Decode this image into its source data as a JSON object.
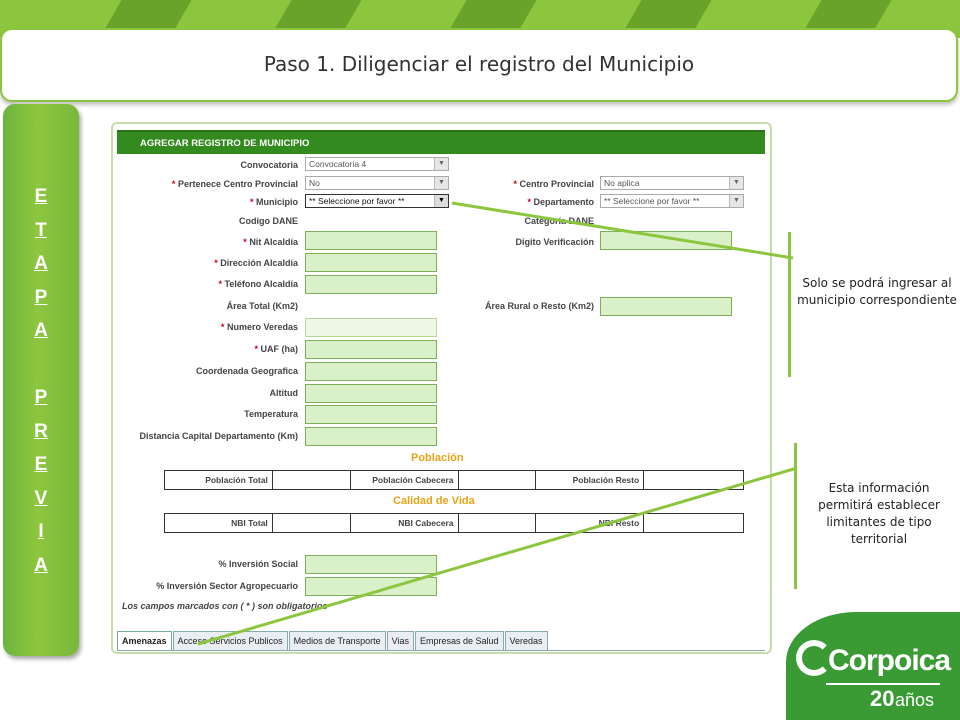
{
  "title": "Paso 1. Diligenciar el registro del Municipio",
  "side_bar": {
    "letters": [
      "E",
      "T",
      "A",
      "P",
      "A",
      " ",
      "P",
      "R",
      "E",
      "V",
      "I",
      "A"
    ]
  },
  "form": {
    "header": "AGREGAR REGISTRO DE MUNICIPIO",
    "labels": {
      "convocatoria": "Convocatoria",
      "centro_provincial_q": "Pertenece Centro Provincial",
      "municipio": "Municipio",
      "codigo_dane": "Codigo DANE",
      "nit": "Nit Alcaldía",
      "direccion": "Dirección Alcaldía",
      "telefono": "Teléfono Alcaldía",
      "area_total": "Área Total (Km2)",
      "numero_veredas": "Numero Veredas",
      "uaf": "UAF (ha)",
      "coordenada": "Coordenada Geografica",
      "altitud": "Altitud",
      "temperatura": "Temperatura",
      "distancia": "Distancia Capital Departamento (Km)",
      "centro_provincial": "Centro Provincial",
      "departamento": "Departamento",
      "categoria_dane": "Categoría DANE",
      "digito": "Digito Verificación",
      "area_rural": "Área Rural o Resto (Km2)",
      "inv_social": "% Inversión Social",
      "inv_agro": "% Inversión Sector Agropecuario"
    },
    "required_mark": "*",
    "values": {
      "convocatoria": "Convocatoria 4",
      "centro_provincial_q": "No",
      "municipio": "** Seleccione por favor **",
      "centro_provincial": "No aplica",
      "departamento": "** Seleccione por favor **"
    },
    "arrow_glyph": "▼",
    "poblacion": {
      "title": "Población",
      "cells": [
        "Población Total",
        "Población Cabecera",
        "Población Resto"
      ]
    },
    "calidad": {
      "title": "Calidad de Vida",
      "cells": [
        "NBI Total",
        "NBI Cabecera",
        "NBI Resto"
      ]
    },
    "required_note": "Los campos marcados con ( * ) son obligatorios",
    "tabs": [
      "Amenazas",
      "Acceso Servicios Publicos",
      "Medios de Transporte",
      "Vias",
      "Empresas de Salud",
      "Veredas"
    ]
  },
  "callouts": {
    "municipio": "Solo se podrá ingresar al municipio correspondiente",
    "informacion": "Esta información permitirá establecer limitantes de tipo territorial"
  },
  "logo": {
    "name": "Corpoica",
    "years": "20",
    "suffix": "años"
  },
  "colors": {
    "brand_green": "#8cc63f",
    "header_green": "#338a1f",
    "input_green": "#d9f0c8",
    "section_orange": "#e8a317",
    "logo_green": "#3a9b35"
  }
}
